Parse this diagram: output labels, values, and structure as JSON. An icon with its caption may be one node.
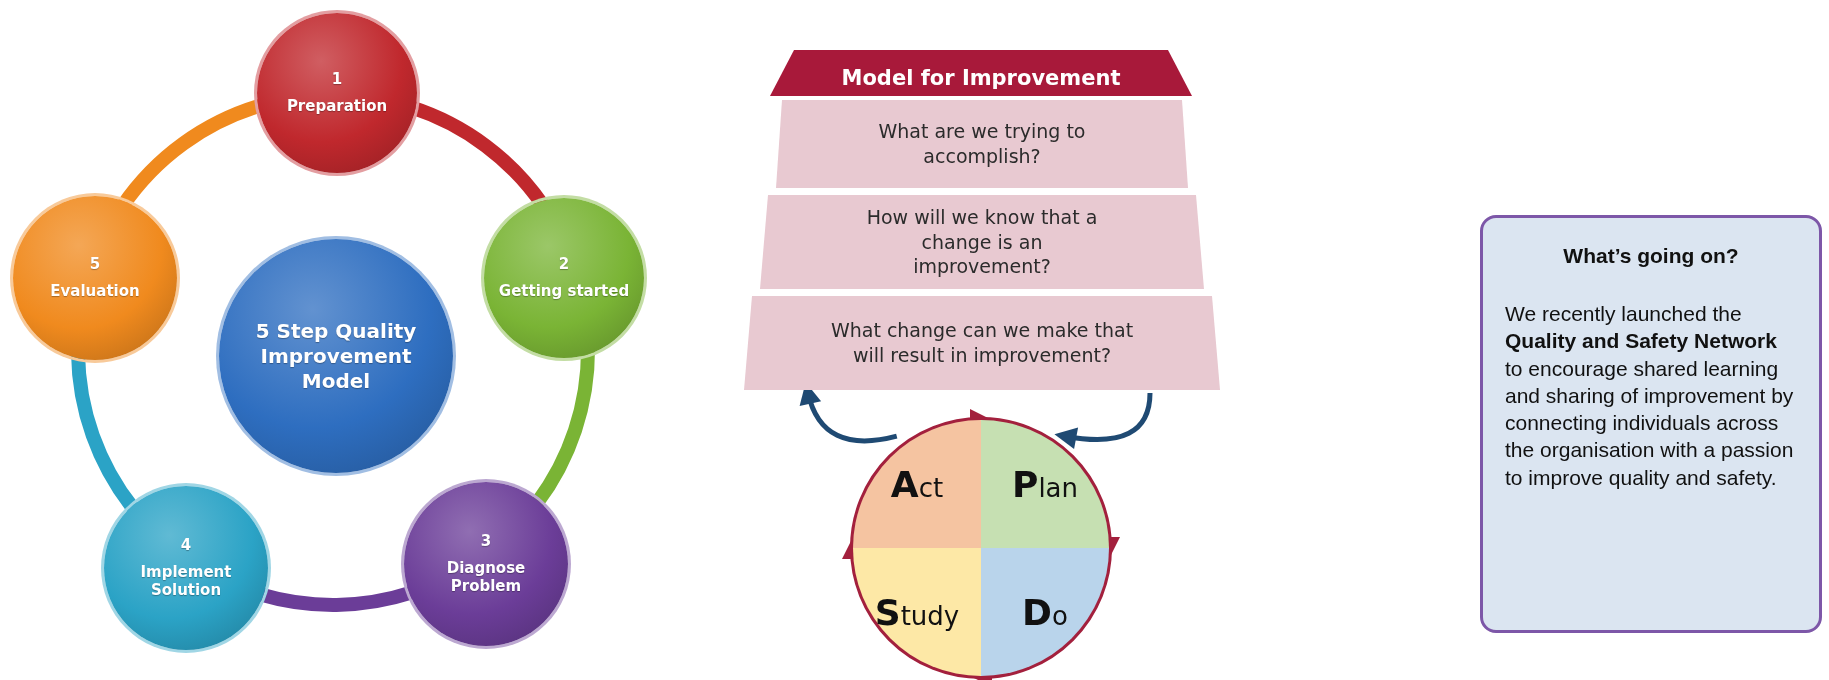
{
  "diagram": {
    "nodes": [
      {
        "text": [
          "1",
          "Preparation"
        ]
      },
      {
        "text": [
          "2",
          "Getting started"
        ]
      },
      {
        "text": [
          "3",
          "Diagnose Problem"
        ]
      },
      {
        "text": [
          "4",
          "Implement Solution"
        ]
      },
      {
        "text": [
          "5",
          "Evaluation"
        ]
      },
      {
        "text": [
          "5 Step Quality Improvement Model"
        ]
      },
      {
        "text": [
          "Model for Improvement"
        ]
      },
      {
        "text": [
          "What are we trying to accomplish?"
        ]
      },
      {
        "text": [
          "How will we know that a change is an improvement?"
        ]
      },
      {
        "text": [
          "What change can we make that will result in improvement?"
        ]
      },
      {
        "text": [
          "**A**ct"
        ]
      },
      {
        "text": [
          "**P**lan"
        ]
      },
      {
        "text": [
          "**S**tudy"
        ]
      },
      {
        "text": [
          "**D**o"
        ]
      },
      {
        "text": [
          "What’s going on?",
          "We recently launched the **Quality and Safety Network** to encourage shared learning and sharing of improvement by connecting individuals across the organisation with a passion to improve quality and safety."
        ]
      }
    ],
    "edges": [
      {
        "from": 0,
        "to": 1,
        "arrow": "none",
        "style": "thick",
        "color": "#c0282d"
      },
      {
        "from": 1,
        "to": 2,
        "arrow": "none",
        "style": "thick",
        "color": "#7ab435"
      },
      {
        "from": 2,
        "to": 3,
        "arrow": "none",
        "style": "thick",
        "color": "#6b3d98"
      },
      {
        "from": 3,
        "to": 4,
        "arrow": "none",
        "style": "thick",
        "color": "#2ba3c6"
      },
      {
        "from": 4,
        "to": 0,
        "arrow": "none",
        "style": "thick",
        "color": "#f08a1e"
      },
      {
        "from": 10,
        "to": 11,
        "arrow": "to",
        "color": "#a3203d"
      },
      {
        "from": 11,
        "to": 13,
        "arrow": "to",
        "color": "#a3203d"
      },
      {
        "from": 13,
        "to": 12,
        "arrow": "to",
        "color": "#a3203d"
      },
      {
        "from": 12,
        "to": 10,
        "arrow": "to",
        "color": "#a3203d"
      },
      {
        "from": 10,
        "to": 9,
        "arrow": "to",
        "color": "#1f4a73"
      },
      {
        "from": 9,
        "to": 11,
        "arrow": "to",
        "color": "#1f4a73"
      }
    ]
  }
}
